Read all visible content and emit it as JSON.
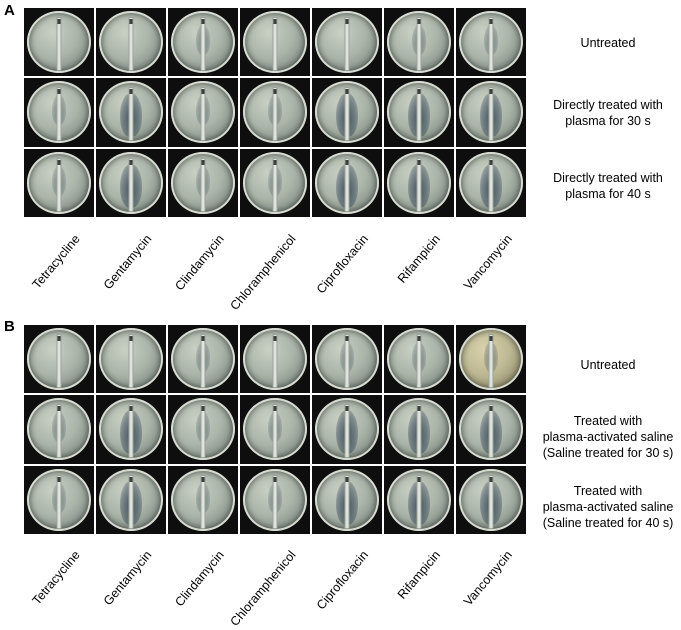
{
  "panels": [
    {
      "letter": "A",
      "columns": [
        "Tetracycline",
        "Gentamycin",
        "Clindamycin",
        "Chloramphenicol",
        "Ciprofloxacin",
        "Rifampicin",
        "Vancomycin"
      ],
      "rows": [
        {
          "label_lines": [
            "Untreated"
          ]
        },
        {
          "label_lines": [
            "Directly treated with",
            "plasma for 30 s"
          ]
        },
        {
          "label_lines": [
            "Directly treated with",
            "plasma for 40 s"
          ]
        }
      ]
    },
    {
      "letter": "B",
      "columns": [
        "Tetracycline",
        "Gentamycin",
        "Clindamycin",
        "Chloramphenicol",
        "Ciprofloxacin",
        "Rifampicin",
        "Vancomycin"
      ],
      "rows": [
        {
          "label_lines": [
            "Untreated"
          ]
        },
        {
          "label_lines": [
            "Treated with",
            "plasma-activated saline",
            "(Saline treated for 30 s)"
          ]
        },
        {
          "label_lines": [
            "Treated with",
            "plasma-activated saline",
            "(Saline treated for 40 s)"
          ]
        }
      ]
    }
  ]
}
